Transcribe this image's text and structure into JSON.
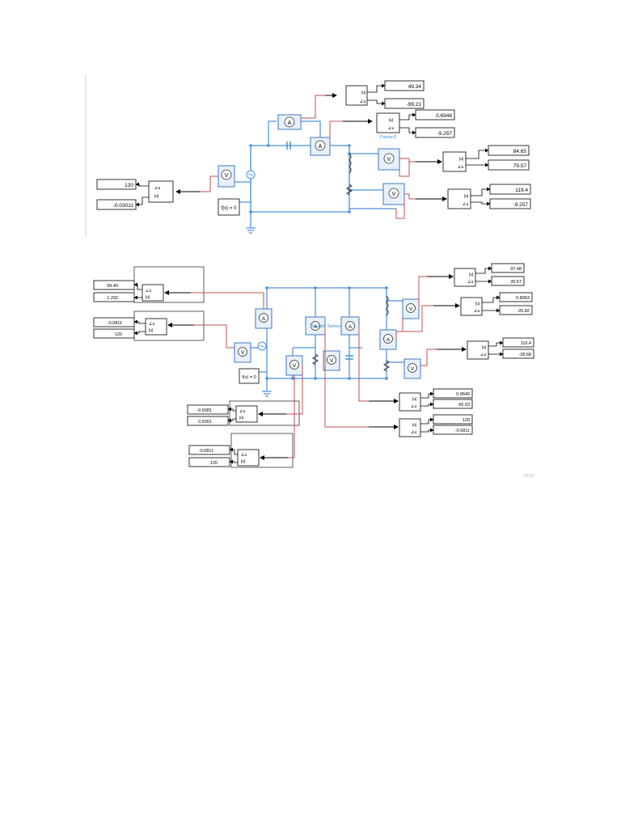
{
  "colors": {
    "wire_electrical": "#4a90d9",
    "wire_signal": "#c0504d",
    "block_border": "#333333",
    "meter_fill": "#e8f1fb",
    "meter_border": "#3f78c0",
    "fourier_label": "#2f8fd6",
    "arrow": "#000000"
  },
  "top": {
    "displays": {
      "d1": "49.34",
      "d2": "-99.21",
      "d3": "0.6948",
      "d4": "-9.257",
      "d5": "84.65",
      "d6": "79.57",
      "d7": "119.4",
      "d8": "-9.257",
      "s1": "120",
      "s2": "-0.03011"
    },
    "fourier_label": "Fourier2",
    "switch_label": "f(x) = 0",
    "mag_label": "|u|",
    "angle_label": "∠u"
  },
  "bottom": {
    "displays": {
      "r1": "97.48",
      "r2": "39.57",
      "r3": "0.8063",
      "r4": "-26.82",
      "r5": "116.4",
      "r6": "-28.68",
      "m1": "0.9649",
      "m2": "60.03",
      "m3": "120",
      "m4": "-0.0811",
      "l1": "99.40",
      "l2": "1.292",
      "l3": "-0.0811",
      "l4": "120",
      "b1": "-0.6081",
      "b2": "0.5001",
      "b3": "-0.0811",
      "b4": "120"
    },
    "fourier_label": "Fourier Series4",
    "switch_label": "f(x) = 0",
    "mag_label": "|u|",
    "angle_label": "∠u",
    "page_number": "18/38"
  }
}
